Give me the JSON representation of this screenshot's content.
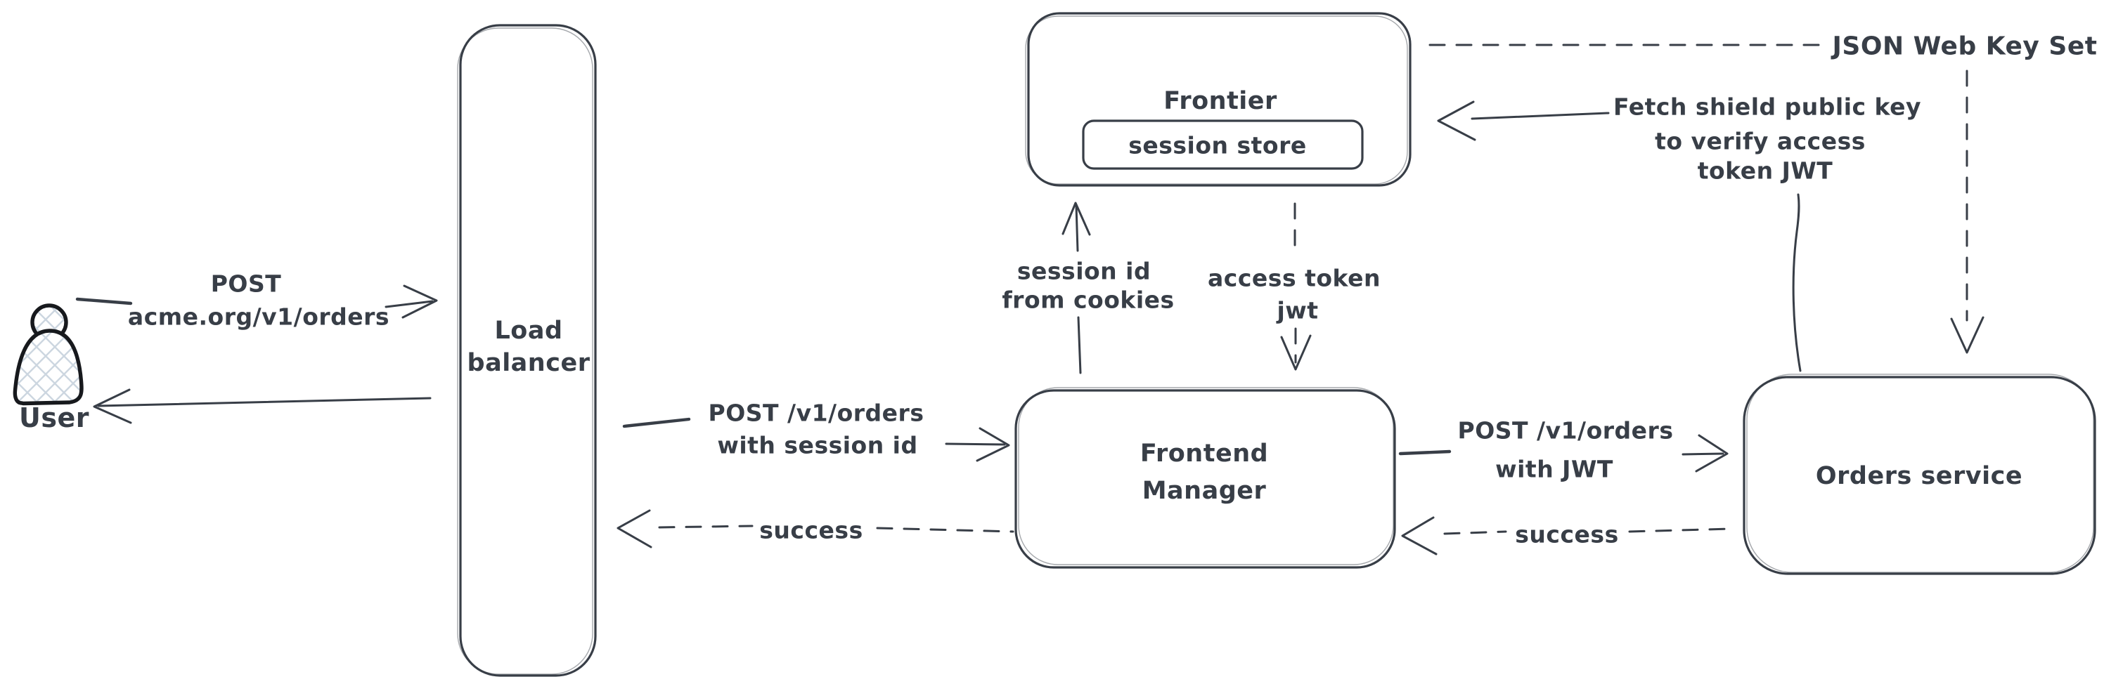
{
  "colors": {
    "ink": "#383e47",
    "icon-ink": "#17191d",
    "hatch": "#ccd6e0",
    "canvas": "#ffffff"
  },
  "nodes": {
    "user": {
      "label": "User"
    },
    "load_balancer": {
      "line1": "Load",
      "line2": "balancer"
    },
    "frontier": {
      "title": "Frontier",
      "session_store": "session store"
    },
    "frontend_manager": {
      "line1": "Frontend",
      "line2": "Manager"
    },
    "orders_service": {
      "label": "Orders service"
    }
  },
  "edges": {
    "user_to_lb": {
      "line1": "POST",
      "line2": "acme.org/v1/orders",
      "style": "solid",
      "direction": "right"
    },
    "lb_to_user": {
      "style": "solid",
      "direction": "left"
    },
    "lb_to_fm": {
      "line1": "POST /v1/orders",
      "line2": "with session id",
      "style": "solid",
      "direction": "right"
    },
    "fm_to_lb_success": {
      "label": "success",
      "style": "dashed",
      "direction": "left"
    },
    "fm_to_frontier": {
      "line1": "session id",
      "line2": "from cookies",
      "style": "solid",
      "direction": "up"
    },
    "frontier_to_fm": {
      "line1": "access token",
      "line2": "jwt",
      "style": "dashed",
      "direction": "down"
    },
    "fm_to_orders": {
      "line1": "POST /v1/orders",
      "line2": "with JWT",
      "style": "solid",
      "direction": "right"
    },
    "orders_to_fm_success": {
      "label": "success",
      "style": "dashed",
      "direction": "left"
    },
    "orders_to_frontier_fetch": {
      "line1": "Fetch shield public key",
      "line2": "to verify access",
      "line3": "token JWT",
      "style": "solid",
      "direction": "left"
    },
    "frontier_to_orders_jwks": {
      "label": "JSON Web Key Set",
      "style": "dashed",
      "direction": "down"
    }
  }
}
